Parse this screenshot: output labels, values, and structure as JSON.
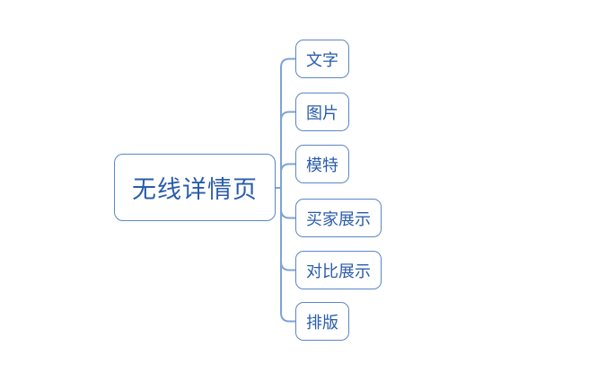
{
  "diagram": {
    "type": "mindmap",
    "root": {
      "label": "无线详情页"
    },
    "children": [
      {
        "label": "文字"
      },
      {
        "label": "图片"
      },
      {
        "label": "模特"
      },
      {
        "label": "买家展示"
      },
      {
        "label": "对比展示"
      },
      {
        "label": "排版"
      }
    ],
    "colors": {
      "node_border": "#5b87c7",
      "node_text": "#2a5caa",
      "connector": "#7fa3d6",
      "background": "#ffffff"
    }
  }
}
